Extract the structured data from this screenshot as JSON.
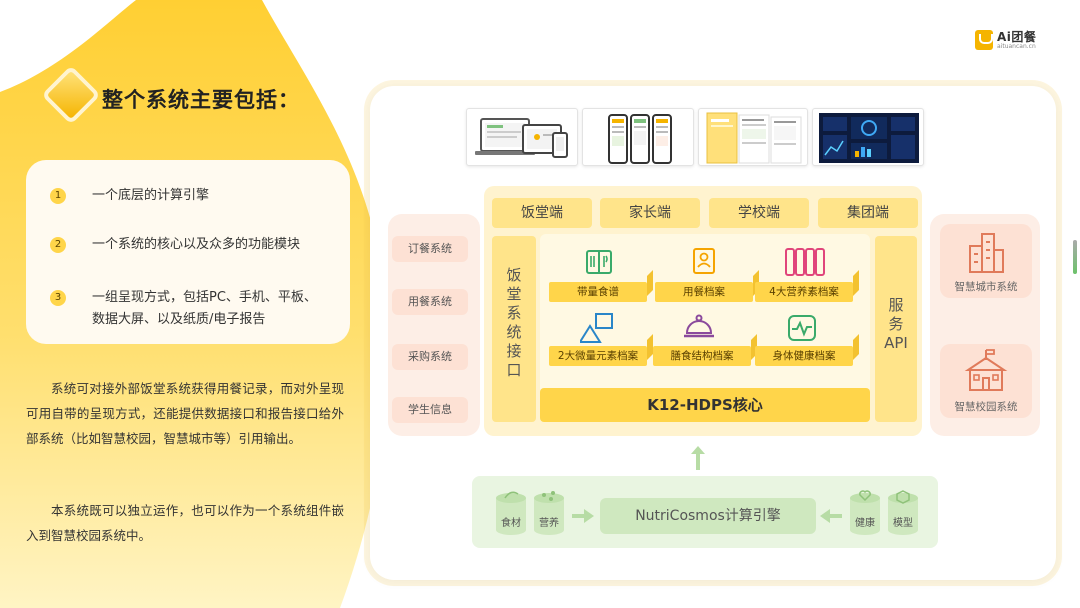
{
  "brand": {
    "name": "Ai团餐",
    "sub": "aituancan.cn"
  },
  "heading": "整个系统主要包括：",
  "list": [
    {
      "num": "1",
      "text": "一个底层的计算引擎"
    },
    {
      "num": "2",
      "text": "一个系统的核心以及众多的功能模块"
    },
    {
      "num": "3",
      "text": "一组呈现方式，包括PC、手机、平板、数据大屏、以及纸质/电子报告"
    }
  ],
  "paragraphs": [
    "系统可对接外部饭堂系统获得用餐记录，而对外呈现可用自带的呈现方式，还能提供数据接口和报告接口给外部系统（比如智慧校园，智慧城市等）引用输出。",
    "本系统既可以独立运作，也可以作为一个系统组件嵌入到智慧校园系统中。"
  ],
  "diagram": {
    "left_systems": [
      "订餐系统",
      "用餐系统",
      "采购系统",
      "学生信息"
    ],
    "clients": [
      "饭堂端",
      "家长端",
      "学校端",
      "集团端"
    ],
    "left_interface": "饭堂系统接口",
    "right_interface": {
      "line1": "服务",
      "line2": "API"
    },
    "modules": [
      "带量食谱",
      "用餐档案",
      "4大营养素档案",
      "2大微量元素档案",
      "膳食结构档案",
      "身体健康档案"
    ],
    "core": "K12-HDPS核心",
    "right_systems": [
      "智慧城市系统",
      "智慧校园系统"
    ],
    "engine": "NutriCosmos计算引擎",
    "engine_inputs": [
      "食材",
      "营养"
    ],
    "engine_models": [
      "健康",
      "模型"
    ]
  },
  "colors": {
    "accent": "#f5b400",
    "yellow_light": "#fff3cf",
    "module": "#ffd54a",
    "side": "#fde1d4",
    "engine": "#e9f5e1",
    "icon_green": "#3aaa6a",
    "icon_pink": "#e0457b",
    "icon_purple": "#8b4a9c",
    "icon_blue": "#2a86c8"
  }
}
